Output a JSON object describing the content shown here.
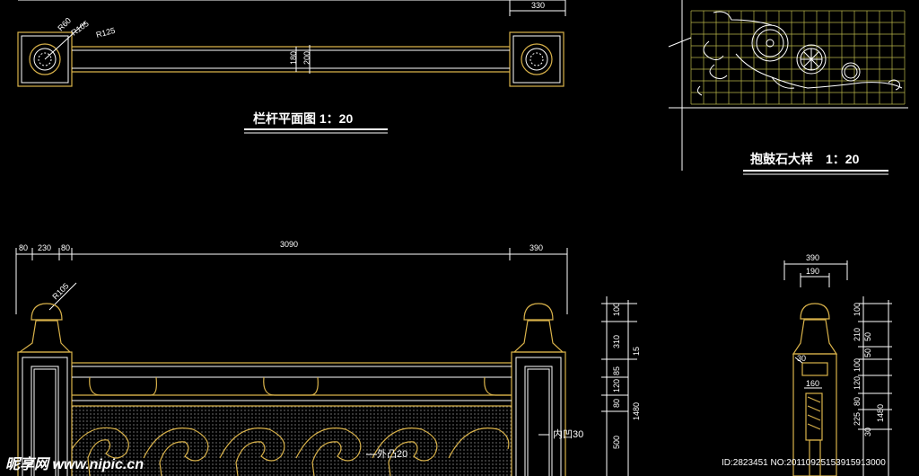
{
  "plan_view": {
    "title": "栏杆平面图 1：20",
    "dims": {
      "post_width": "330",
      "rail_h1": "180",
      "rail_h2": "200"
    },
    "radii": [
      "R60",
      "R105",
      "R125"
    ]
  },
  "detail_view": {
    "title": "抱鼓石大样　1：20"
  },
  "elevation": {
    "top_dims": [
      "80",
      "230",
      "80",
      "3090",
      "390"
    ],
    "radius": "R105",
    "right_dims": [
      "100",
      "310",
      "85",
      "120",
      "80",
      "1480",
      "500",
      "15"
    ],
    "labels": {
      "inner": "内凹30",
      "outer": "外凸20"
    }
  },
  "section": {
    "top_dims": [
      "390",
      "190"
    ],
    "left_dims": [
      "30",
      "160"
    ],
    "right_dims": [
      "100",
      "210",
      "50",
      "50",
      "100",
      "120",
      "80",
      "225",
      "30",
      "1480"
    ]
  },
  "watermark": {
    "site": "昵享网 www.nipic.cn",
    "id": "ID:2823451 NO:20110925153915913000"
  }
}
